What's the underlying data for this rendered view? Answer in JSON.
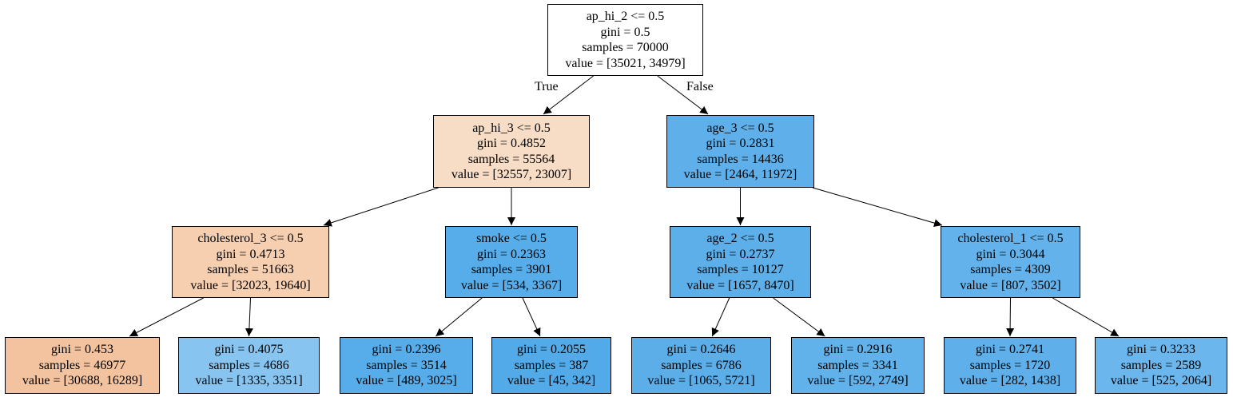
{
  "edge_labels": {
    "true_label": "True",
    "false_label": "False"
  },
  "nodes": {
    "n0": {
      "lines": [
        "ap_hi_2 <= 0.5",
        "gini = 0.5",
        "samples = 70000",
        "value = [35021, 34979]"
      ],
      "fill": "#ffffff"
    },
    "n1": {
      "lines": [
        "ap_hi_3 <= 0.5",
        "gini = 0.4852",
        "samples = 55564",
        "value = [32557, 23007]"
      ],
      "fill": "#f7dcc6"
    },
    "n2": {
      "lines": [
        "cholesterol_3 <= 0.5",
        "gini = 0.4713",
        "samples = 51663",
        "value = [32023, 19640]"
      ],
      "fill": "#f6cfb1"
    },
    "n3": {
      "lines": [
        "gini = 0.453",
        "samples = 46977",
        "value = [30688, 16289]"
      ],
      "fill": "#f3c3a0"
    },
    "n4": {
      "lines": [
        "gini = 0.4075",
        "samples = 4686",
        "value = [1335, 3351]"
      ],
      "fill": "#88c4f0"
    },
    "n5": {
      "lines": [
        "smoke <= 0.5",
        "gini = 0.2363",
        "samples = 3901",
        "value = [534, 3367]"
      ],
      "fill": "#57ade9"
    },
    "n6": {
      "lines": [
        "gini = 0.2396",
        "samples = 3514",
        "value = [489, 3025]"
      ],
      "fill": "#57ade9"
    },
    "n7": {
      "lines": [
        "gini = 0.2055",
        "samples = 387",
        "value = [45, 342]"
      ],
      "fill": "#52abe8"
    },
    "n8": {
      "lines": [
        "age_3 <= 0.5",
        "gini = 0.2831",
        "samples = 14436",
        "value = [2464, 11972]"
      ],
      "fill": "#5fb0ea"
    },
    "n9": {
      "lines": [
        "age_2 <= 0.5",
        "gini = 0.2737",
        "samples = 10127",
        "value = [1657, 8470]"
      ],
      "fill": "#5dafea"
    },
    "n10": {
      "lines": [
        "gini = 0.2646",
        "samples = 6786",
        "value = [1065, 5721]"
      ],
      "fill": "#5caee9"
    },
    "n11": {
      "lines": [
        "gini = 0.2916",
        "samples = 3341",
        "value = [592, 2749]"
      ],
      "fill": "#61b1ea"
    },
    "n12": {
      "lines": [
        "cholesterol_1 <= 0.5",
        "gini = 0.3044",
        "samples = 4309",
        "value = [807, 3502]"
      ],
      "fill": "#63b2eb"
    },
    "n13": {
      "lines": [
        "gini = 0.2741",
        "samples = 1720",
        "value = [282, 1438]"
      ],
      "fill": "#5eafea"
    },
    "n14": {
      "lines": [
        "gini = 0.3233",
        "samples = 2589",
        "value = [525, 2064]"
      ],
      "fill": "#6bb6ec"
    }
  },
  "edges": [
    [
      "n0",
      "n1"
    ],
    [
      "n0",
      "n8"
    ],
    [
      "n1",
      "n2"
    ],
    [
      "n1",
      "n5"
    ],
    [
      "n2",
      "n3"
    ],
    [
      "n2",
      "n4"
    ],
    [
      "n5",
      "n6"
    ],
    [
      "n5",
      "n7"
    ],
    [
      "n8",
      "n9"
    ],
    [
      "n8",
      "n12"
    ],
    [
      "n9",
      "n10"
    ],
    [
      "n9",
      "n11"
    ],
    [
      "n12",
      "n13"
    ],
    [
      "n12",
      "n14"
    ]
  ]
}
